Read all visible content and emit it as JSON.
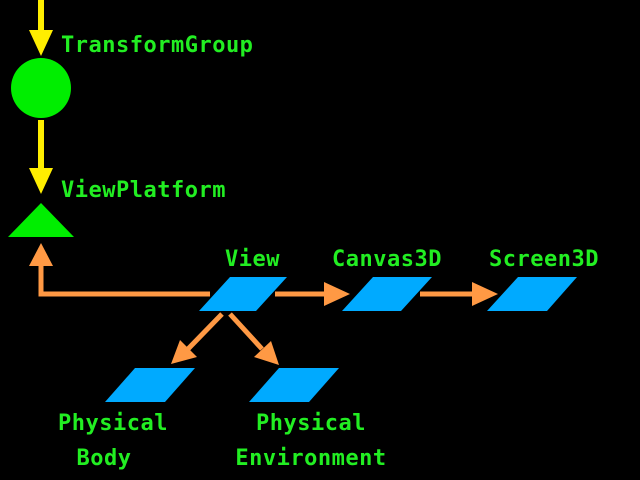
{
  "colors": {
    "background": "#000000",
    "label": "#22ee22",
    "node_group": "#00ee00",
    "node_component": "#00aaff",
    "edge_scene": "#ffee00",
    "edge_view": "#ff9944"
  },
  "nodes": {
    "transform_group": {
      "label": "TransformGroup",
      "shape": "circle"
    },
    "view_platform": {
      "label": "ViewPlatform",
      "shape": "triangle"
    },
    "view": {
      "label": "View",
      "shape": "parallelogram"
    },
    "canvas3d": {
      "label": "Canvas3D",
      "shape": "parallelogram"
    },
    "screen3d": {
      "label": "Screen3D",
      "shape": "parallelogram"
    },
    "physical_body": {
      "label_line1": "Physical",
      "label_line2": "Body",
      "shape": "parallelogram"
    },
    "physical_environment": {
      "label_line1": "Physical",
      "label_line2": "Environment",
      "shape": "parallelogram"
    }
  },
  "edges": [
    {
      "from": "top",
      "to": "transform_group",
      "color": "yellow"
    },
    {
      "from": "transform_group",
      "to": "view_platform",
      "color": "yellow"
    },
    {
      "from": "view",
      "to": "view_platform",
      "color": "orange"
    },
    {
      "from": "view",
      "to": "canvas3d",
      "color": "orange"
    },
    {
      "from": "canvas3d",
      "to": "screen3d",
      "color": "orange"
    },
    {
      "from": "view",
      "to": "physical_body",
      "color": "orange"
    },
    {
      "from": "view",
      "to": "physical_environment",
      "color": "orange"
    }
  ]
}
